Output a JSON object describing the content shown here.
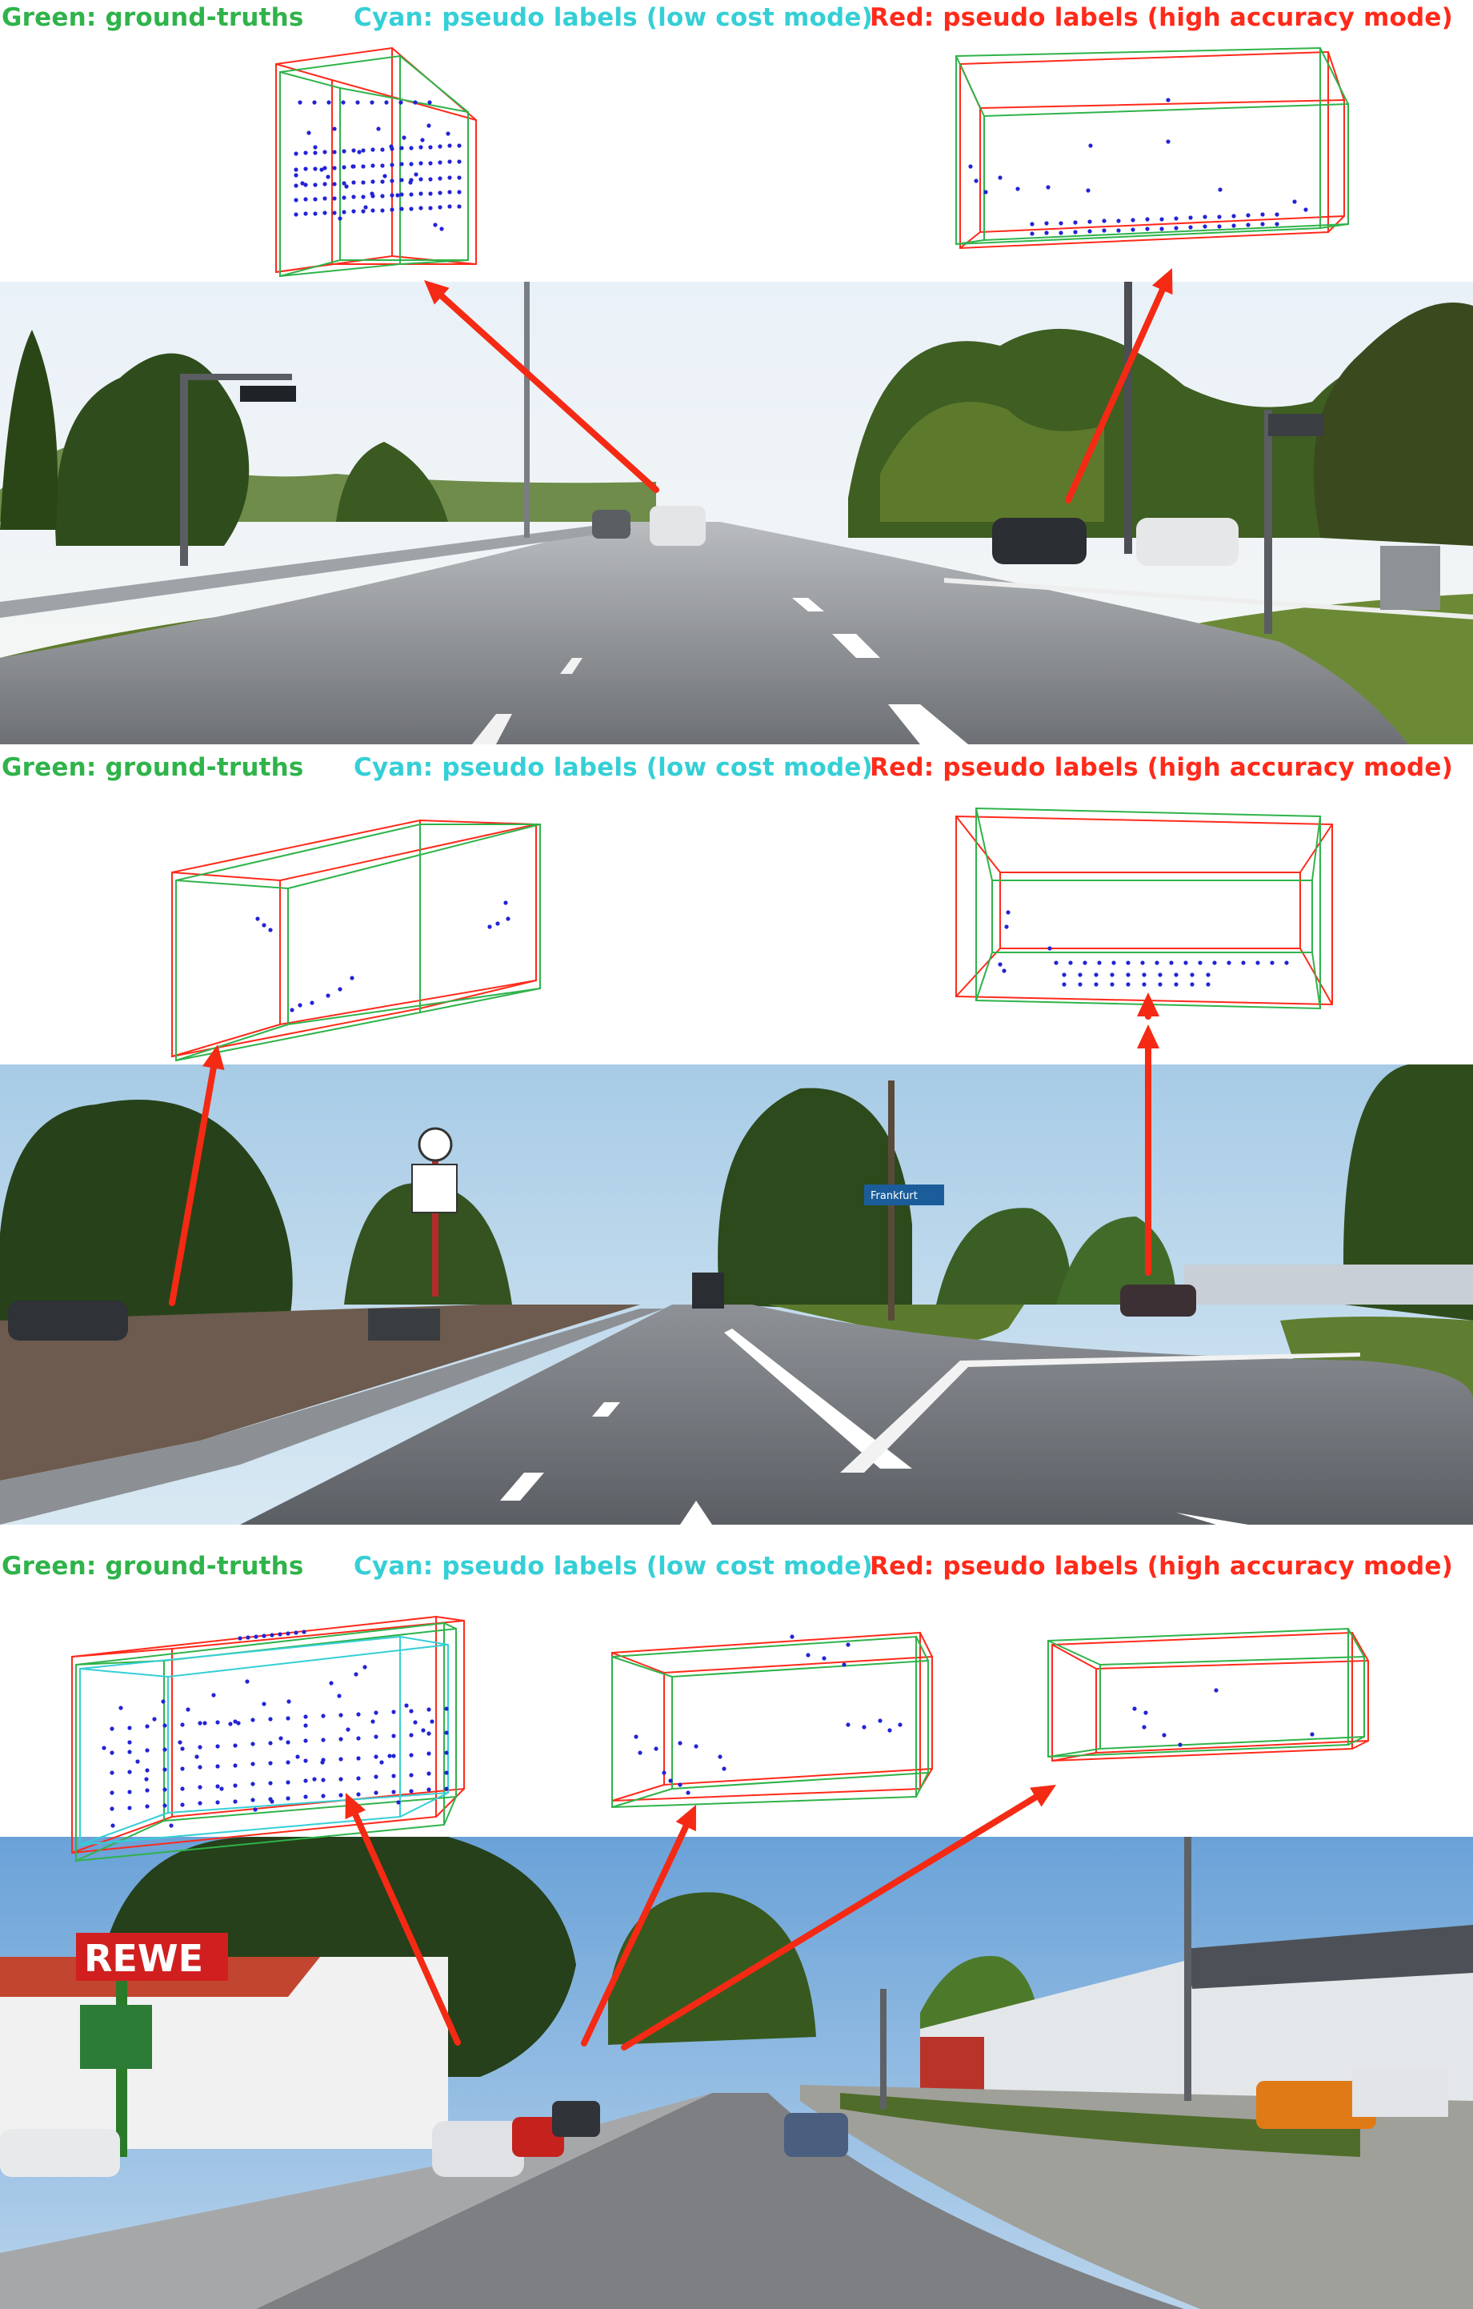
{
  "legend": {
    "green_label": "Green: ground-truths",
    "cyan_label": "Cyan: pseudo labels (low cost mode)",
    "red_label": "Red: pseudo labels (high accuracy mode)"
  },
  "colors": {
    "ground_truth": "#2fb34a",
    "pseudo_low_cost": "#35cfd6",
    "pseudo_high_accuracy": "#ff2a1a",
    "point": "#2323d6",
    "arrow": "#f42a14"
  },
  "signs": {
    "rewe": "REWE",
    "frankfurt": "Frankfurt"
  }
}
